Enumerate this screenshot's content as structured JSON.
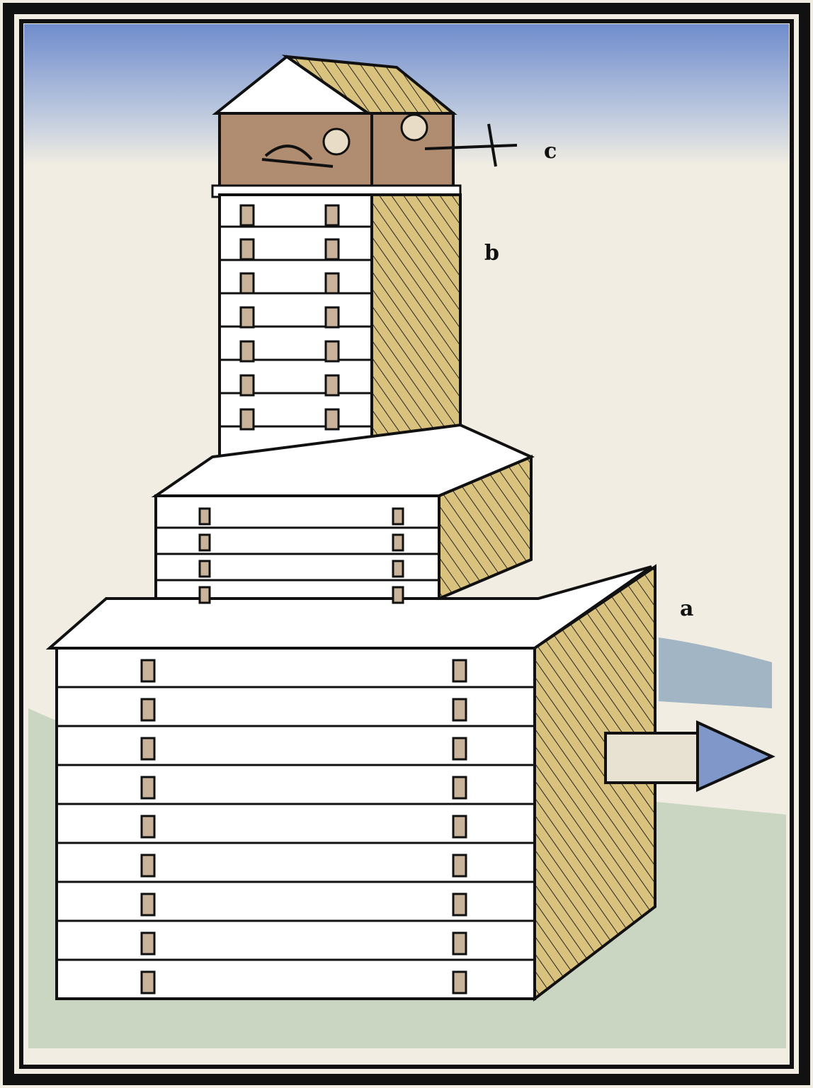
{
  "illustration": {
    "labels": {
      "a": "a",
      "b": "b",
      "c": "c"
    },
    "colors": {
      "frame": "#111111",
      "sky": "#7f97c9",
      "side_wash": "#d8c07a",
      "cabin_wash": "#b08c70",
      "ground": "#a9c3a8"
    }
  }
}
